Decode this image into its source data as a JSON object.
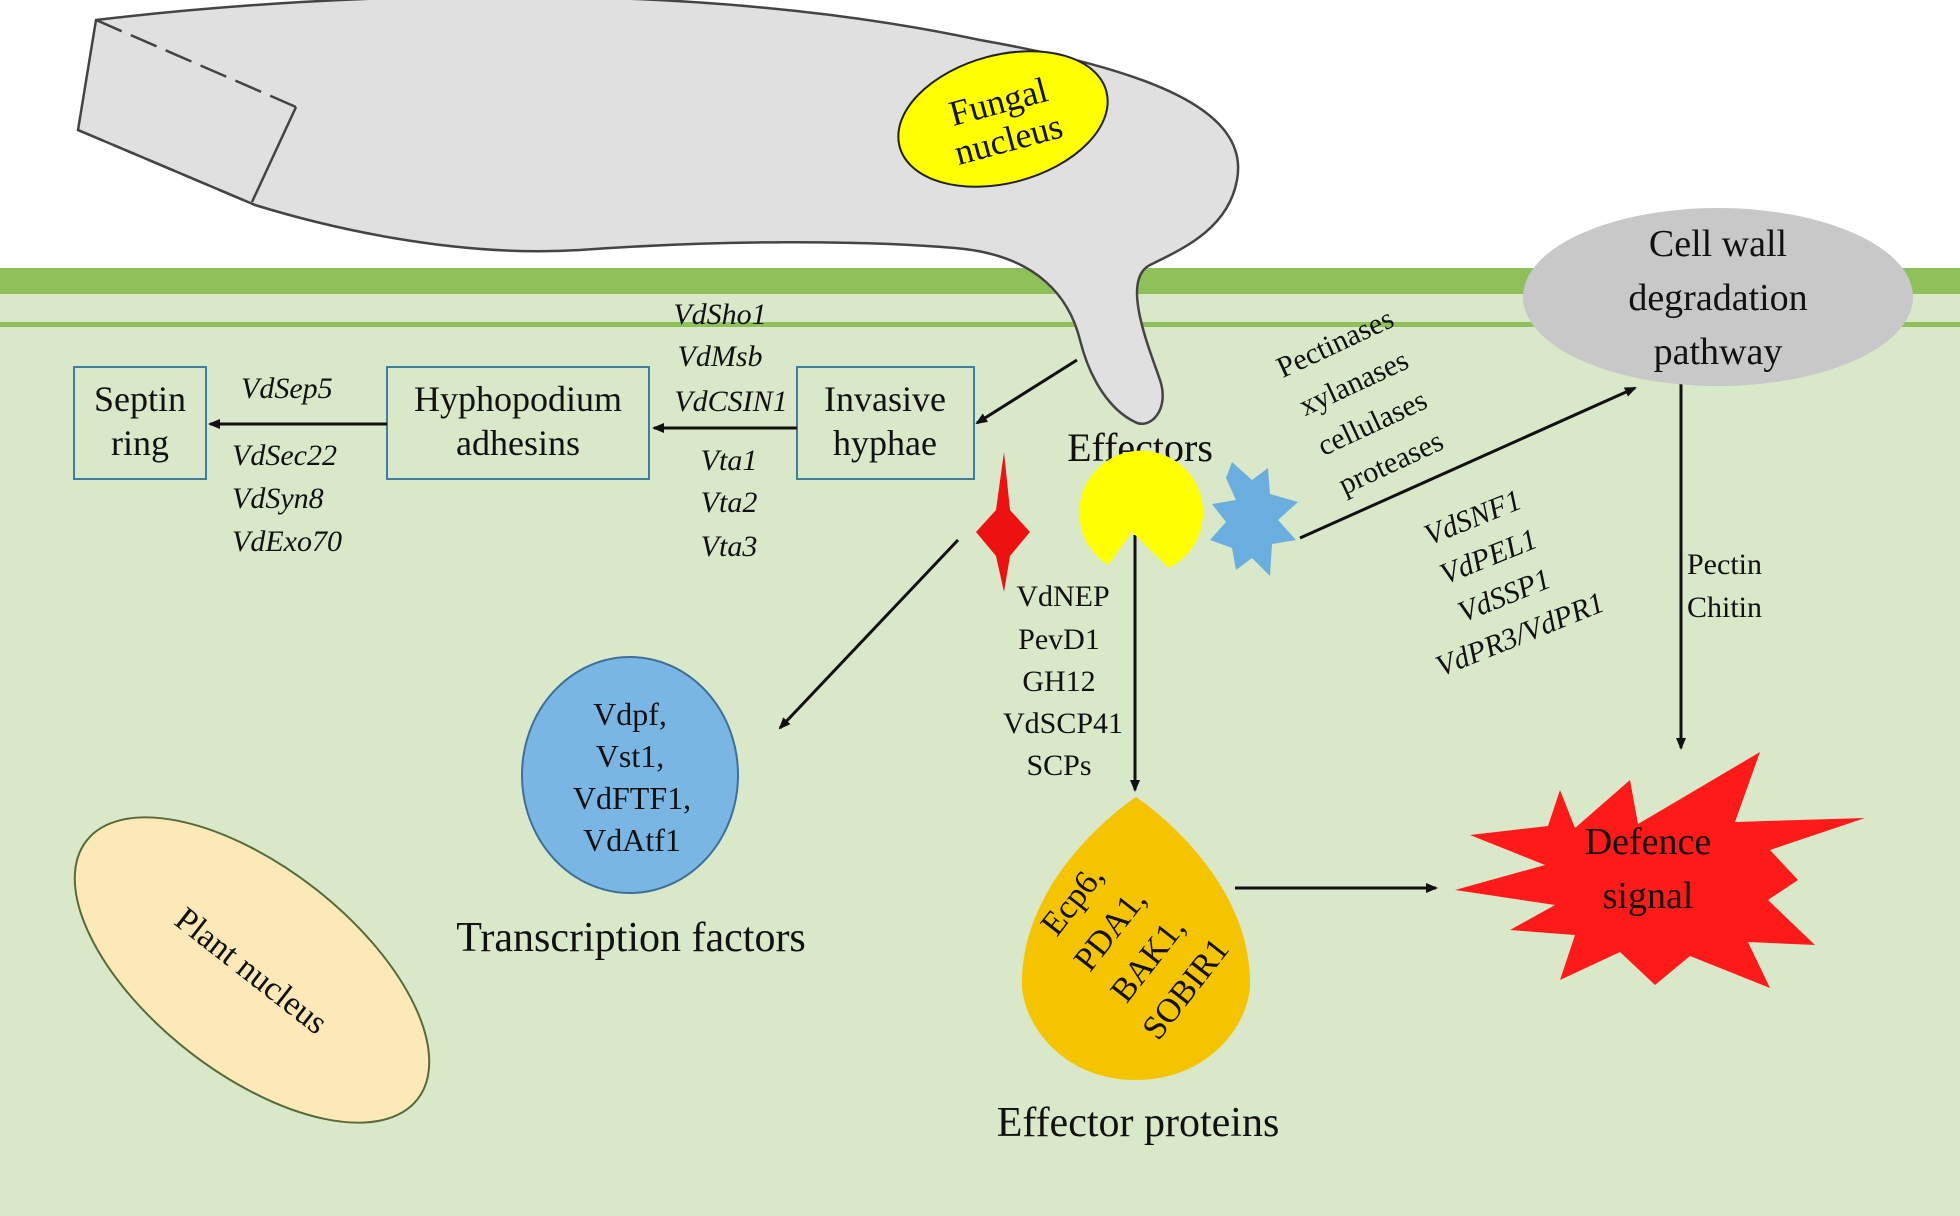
{
  "fungal_nucleus": [
    "Fungal",
    "nucleus"
  ],
  "boxes": {
    "septin": [
      "Septin",
      "ring"
    ],
    "hyphopodium": [
      "Hyphopodium",
      "adhesins"
    ],
    "invasive": [
      "Invasive",
      "hyphae"
    ]
  },
  "genes": {
    "vdsep5": "VdSep5",
    "septin_hyphopodium": [
      "VdSec22",
      "VdSyn8",
      "VdExo70"
    ],
    "hyphopodium_invasive_top": [
      "VdSho1",
      "VdMsb",
      "VdCSIN1"
    ],
    "hyphopodium_invasive_bottom": [
      "Vta1",
      "Vta2",
      "Vta3"
    ],
    "effector_list": [
      "VdNEP",
      "PevD1",
      "GH12",
      "VdSCP41",
      "SCPs"
    ],
    "enzymes": [
      "Pectinases",
      "xylanases",
      "cellulases",
      "proteases"
    ],
    "cell_wall_genes": [
      "VdSNF1",
      "VdPEL1",
      "VdSSP1",
      "VdPR3/VdPR1"
    ],
    "pectin_chitin": [
      "Pectin",
      "Chitin"
    ]
  },
  "effectors_label": "Effectors",
  "cell_wall": [
    "Cell wall",
    "degradation",
    "pathway"
  ],
  "transcription_factors": {
    "items": [
      "Vdpf,",
      "Vst1,",
      "VdFTF1,",
      "VdAtf1"
    ],
    "caption": "Transcription factors"
  },
  "effector_proteins": {
    "items": [
      "Ecp6,",
      "PDA1,",
      "BAK1,",
      "SOBIR1"
    ],
    "caption": "Effector proteins"
  },
  "defence_signal": [
    "Defence",
    "signal"
  ],
  "plant_nucleus": "Plant nucleus",
  "colors": {
    "cell_background": "#d8e8c8",
    "cell_wall": "#8fc15a",
    "hypha": "#e0e0e0",
    "fungal_nucleus": "#ffff00",
    "box_border": "#3d7f9e",
    "red_effector": "#ee1111",
    "yellow_effector": "#ffff00",
    "blue_effector": "#6aaee0",
    "transcription_circle": "#7ab6e4",
    "effector_drop": "#f5c400",
    "defence_star": "#ff1a1a",
    "cell_wall_ellipse": "#c8c8c8",
    "plant_nucleus": "#fde9b8"
  }
}
